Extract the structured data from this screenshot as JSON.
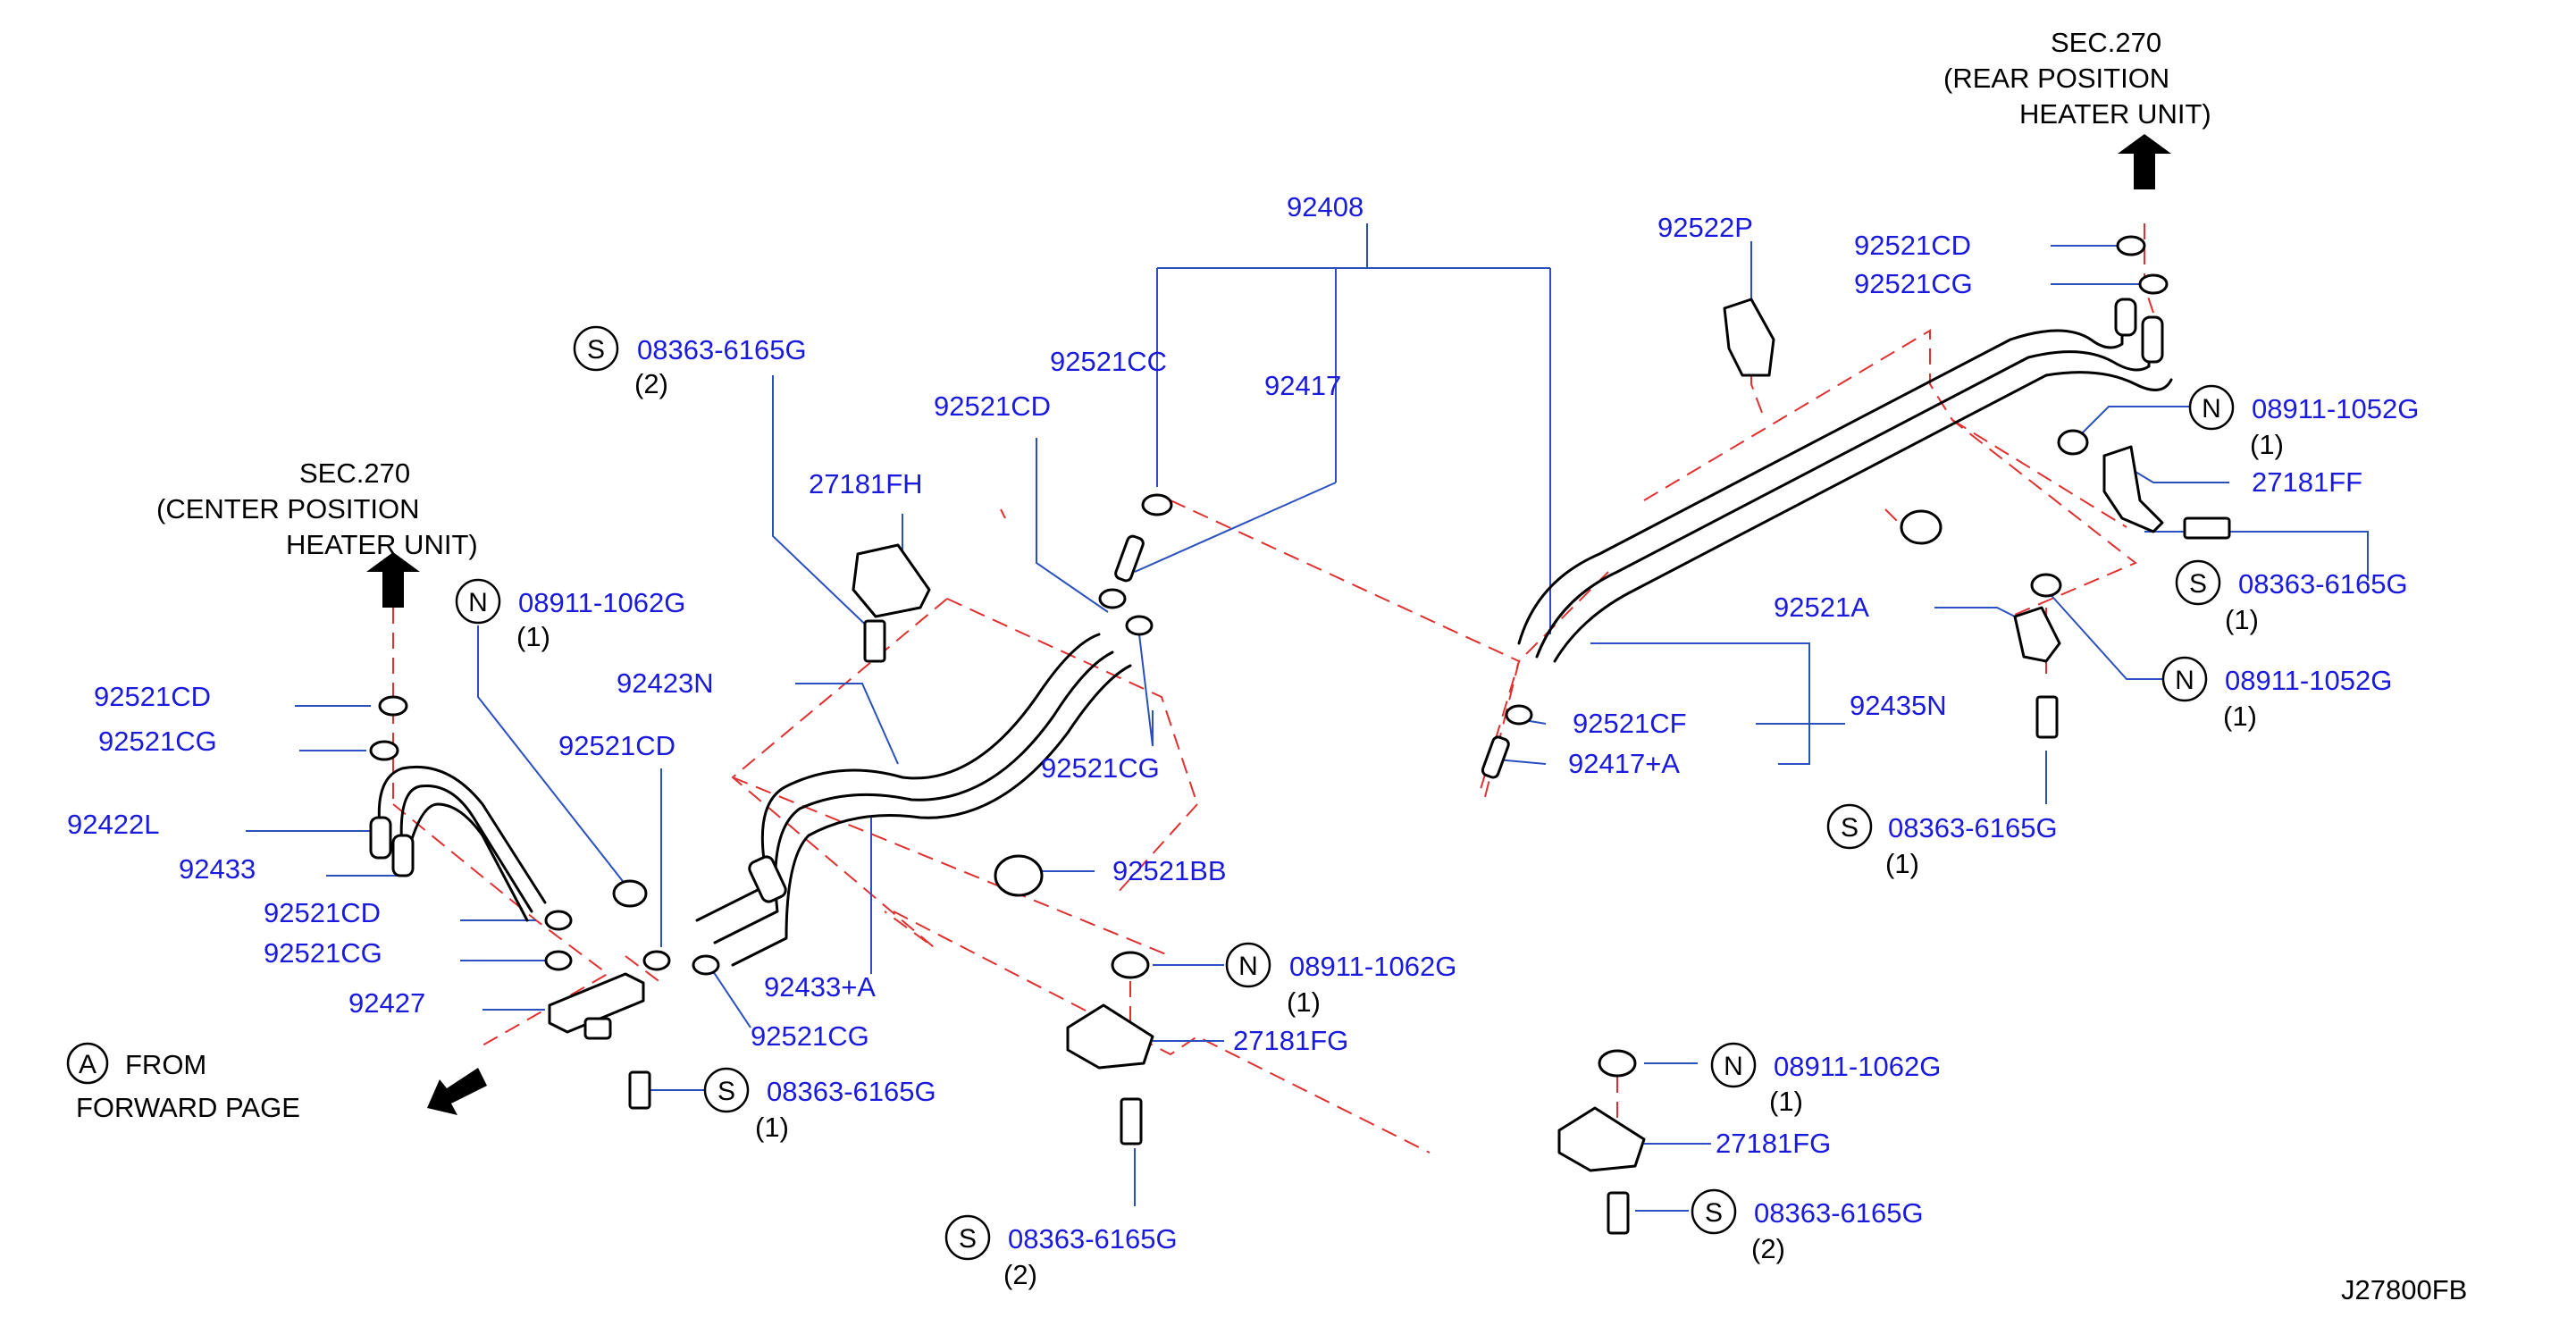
{
  "refs": {
    "sec_left": [
      "SEC.270",
      "(CENTER  POSITION",
      "HEATER  UNIT)"
    ],
    "sec_right": [
      "SEC.270",
      "(REAR  POSITION",
      "HEATER  UNIT)"
    ],
    "from_letter": "A",
    "from_text": [
      "FROM",
      "FORWARD  PAGE"
    ],
    "diagram_code": "J27800FB"
  },
  "callouts": {
    "c92408": "92408",
    "c92417": "92417",
    "c92521CC": "92521CC",
    "c92521CD_mid": "92521CD",
    "c27181FH": "27181FH",
    "c92423N": "92423N",
    "c92521CG_mid": "92521CG",
    "c92521BB": "92521BB",
    "c92433A": "92433+A",
    "c92521CG_low": "92521CG",
    "c92521CD_low": "92521CD",
    "c92521CD_left": "92521CD",
    "c92521CG_left": "92521CG",
    "c92422L": "92422L",
    "c92433": "92433",
    "c92521CD_left2": "92521CD",
    "c92521CG_left2": "92521CG",
    "c92427": "92427",
    "c27181FG_mid": "27181FG",
    "c27181FG_right": "27181FG",
    "c92522P": "92522P",
    "c92521CD_top": "92521CD",
    "c92521CG_top": "92521CG",
    "c27181FF": "27181FF",
    "c92521A": "92521A",
    "c92435N": "92435N",
    "c92521CF": "92521CF",
    "c92417A": "92417+A"
  },
  "fasteners": {
    "s_top_left": {
      "letter": "S",
      "code": "08363-6165G",
      "qty": "(2)"
    },
    "n_left": {
      "letter": "N",
      "code": "08911-1062G",
      "qty": "(1)"
    },
    "s_bottom_left": {
      "letter": "S",
      "code": "08363-6165G",
      "qty": "(1)"
    },
    "n_mid": {
      "letter": "N",
      "code": "08911-1062G",
      "qty": "(1)"
    },
    "s_mid_bottom": {
      "letter": "S",
      "code": "08363-6165G",
      "qty": "(2)"
    },
    "n_right_low": {
      "letter": "N",
      "code": "08911-1062G",
      "qty": "(1)"
    },
    "s_right_low": {
      "letter": "S",
      "code": "08363-6165G",
      "qty": "(2)"
    },
    "n_right_top": {
      "letter": "N",
      "code": "08911-1052G",
      "qty": "(1)"
    },
    "s_right_mid": {
      "letter": "S",
      "code": "08363-6165G",
      "qty": "(1)"
    },
    "n_right_mid": {
      "letter": "N",
      "code": "08911-1052G",
      "qty": "(1)"
    },
    "s_right_lower": {
      "letter": "S",
      "code": "08363-6165G",
      "qty": "(1)"
    }
  },
  "colors": {
    "label_blue": "#1a1adc",
    "leader_blue": "#2a4fbf",
    "dashed_red": "#e03030",
    "line_black": "#000000"
  }
}
